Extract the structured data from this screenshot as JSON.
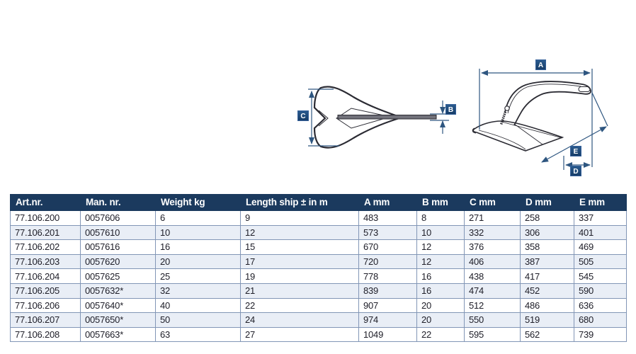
{
  "diagram": {
    "labels": {
      "a": "A",
      "b": "B",
      "c": "C",
      "d": "D",
      "e": "E"
    }
  },
  "table": {
    "columns": [
      "Art.nr.",
      "Man. nr.",
      "Weight kg",
      "Length ship ± in m",
      "A mm",
      "B mm",
      "C mm",
      "D mm",
      "E mm"
    ],
    "rows": [
      [
        "77.106.200",
        "0057606",
        "6",
        "9",
        "483",
        "8",
        "271",
        "258",
        "337"
      ],
      [
        "77.106.201",
        "0057610",
        "10",
        "12",
        "573",
        "10",
        "332",
        "306",
        "401"
      ],
      [
        "77.106.202",
        "0057616",
        "16",
        "15",
        "670",
        "12",
        "376",
        "358",
        "469"
      ],
      [
        "77.106.203",
        "0057620",
        "20",
        "17",
        "720",
        "12",
        "406",
        "387",
        "505"
      ],
      [
        "77.106.204",
        "0057625",
        "25",
        "19",
        "778",
        "16",
        "438",
        "417",
        "545"
      ],
      [
        "77.106.205",
        "0057632*",
        "32",
        "21",
        "839",
        "16",
        "474",
        "452",
        "590"
      ],
      [
        "77.106.206",
        "0057640*",
        "40",
        "22",
        "907",
        "20",
        "512",
        "486",
        "636"
      ],
      [
        "77.106.207",
        "0057650*",
        "50",
        "24",
        "974",
        "20",
        "550",
        "519",
        "680"
      ],
      [
        "77.106.208",
        "0057663*",
        "63",
        "27",
        "1049",
        "22",
        "595",
        "562",
        "739"
      ]
    ]
  },
  "colors": {
    "header_bg": "#1b3a5e",
    "row_alt_bg": "#e9eef6",
    "cell_border": "#8296b6",
    "dimension_line": "#2e5680",
    "label_box_bg": "#1d4674",
    "drawing_line": "#2b2b33"
  }
}
